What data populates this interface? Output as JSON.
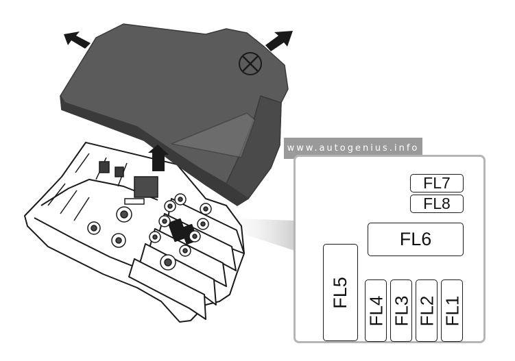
{
  "watermark": "www.autogenius.info",
  "fuses": {
    "fl7": "FL7",
    "fl8": "FL8",
    "fl6": "FL6",
    "fl5": "FL5",
    "fl4": "FL4",
    "fl3": "FL3",
    "fl2": "FL2",
    "fl1": "FL1"
  },
  "colors": {
    "cover": "#5b5b5b",
    "cover_edge": "#3a3a3a",
    "panel_border": "#b5b5b5",
    "watermark_bg": "#9a9a9a",
    "line": "#1a1a1a"
  }
}
